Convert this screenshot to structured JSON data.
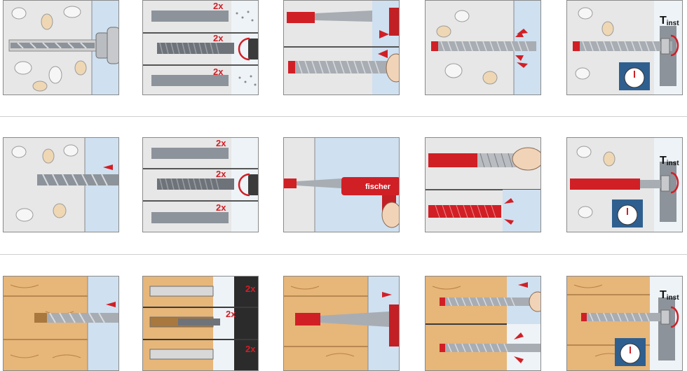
{
  "labels": {
    "repeat": "2x",
    "torque_main": "T",
    "torque_sub": "inst",
    "brand": "fischer"
  },
  "colors": {
    "accent_red": "#d11f26",
    "sky": "#cfe0f0",
    "concrete": "#e6e6e6",
    "wood": "#e7b679",
    "steel": "#9aa0a6"
  },
  "rows": [
    {
      "material": "concrete",
      "steps": [
        "drill-hole",
        "clean-hole",
        "insert-capsule",
        "anchor-rod-set",
        "apply-torque"
      ]
    },
    {
      "material": "concrete",
      "steps": [
        "drill-hole",
        "clean-hole",
        "inject-mortar",
        "insert-sleeve",
        "apply-torque"
      ]
    },
    {
      "material": "wood",
      "steps": [
        "drill-hole",
        "clean-hole",
        "inject-mortar",
        "insert-rod",
        "apply-torque"
      ]
    }
  ]
}
